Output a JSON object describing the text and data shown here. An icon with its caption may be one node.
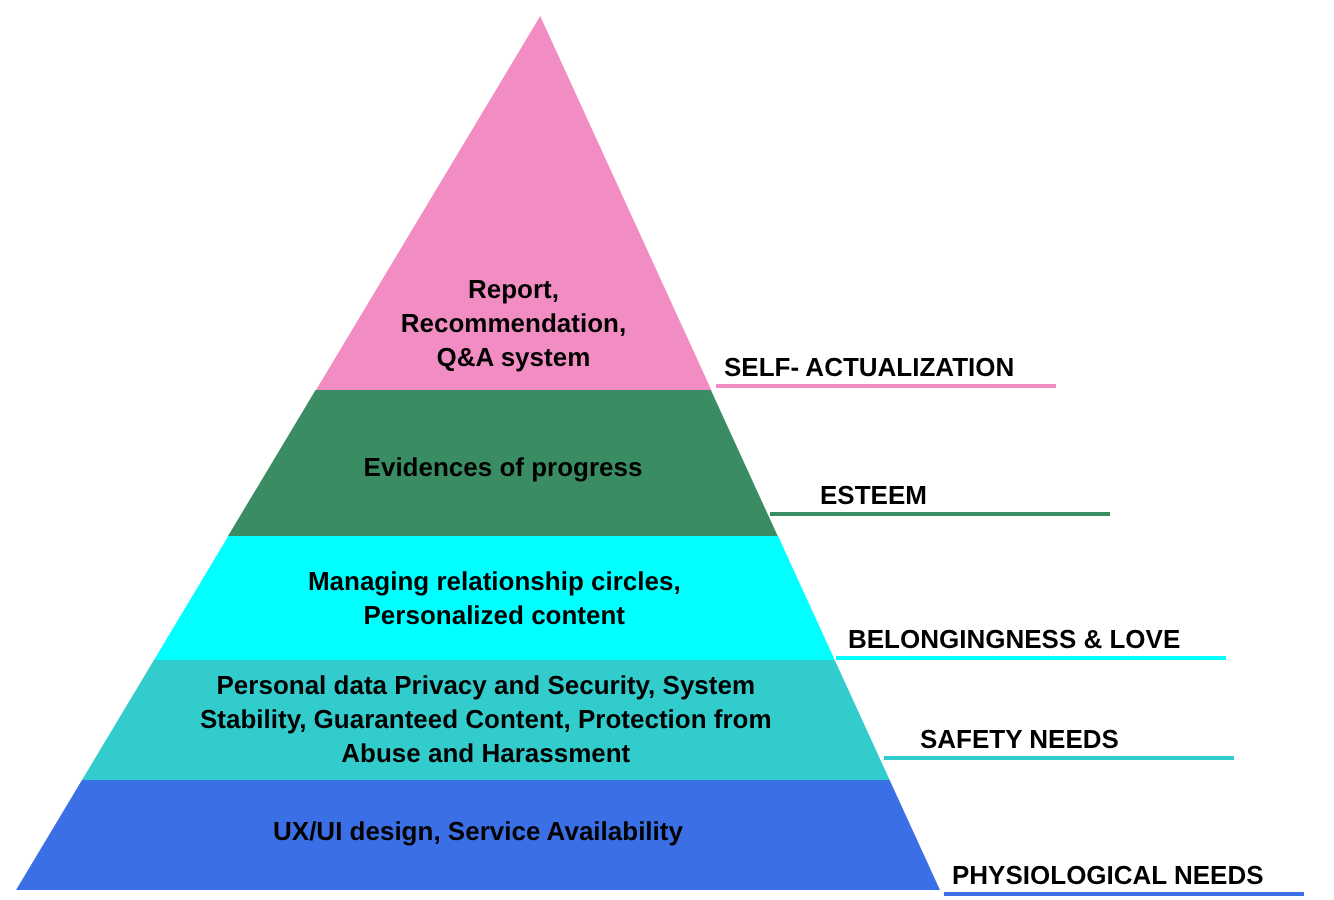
{
  "diagram": {
    "nodes": [
      {
        "text": [
          "Report, Recommendation, Q&A system"
        ],
        "beside": [
          "SELF- ACTUALIZATION"
        ]
      },
      {
        "text": [
          "Evidences of progress"
        ],
        "beside": [
          "ESTEEM"
        ]
      },
      {
        "text": [
          "Managing relationship circles, Personalized content"
        ],
        "beside": [
          "BELONGINGNESS & LOVE"
        ]
      },
      {
        "text": [
          "Personal data Privacy and Security, System Stability, Guaranteed Content, Protection from Abuse and Harassment"
        ],
        "beside": [
          "SAFETY NEEDS"
        ]
      },
      {
        "text": [
          "UX/UI design, Service Availability"
        ],
        "beside": [
          "PHYSIOLOGICAL NEEDS"
        ]
      }
    ]
  }
}
